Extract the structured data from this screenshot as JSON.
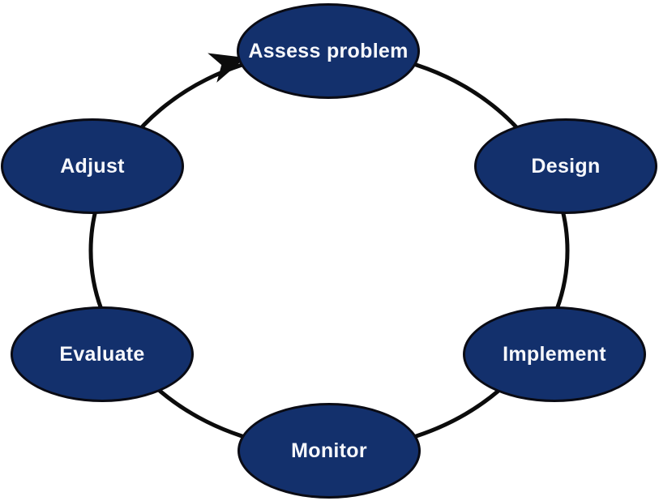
{
  "diagram": {
    "type": "cycle",
    "direction": "clockwise",
    "nodes": [
      {
        "label": "Assess problem"
      },
      {
        "label": "Design"
      },
      {
        "label": "Implement"
      },
      {
        "label": "Monitor"
      },
      {
        "label": "Evaluate"
      },
      {
        "label": "Adjust"
      }
    ],
    "arrow": {
      "from": "Adjust",
      "to": "Assess problem",
      "icon": "arrowhead-icon"
    },
    "colors": {
      "node_fill": "#13306c",
      "node_border": "#0a0b14",
      "node_text": "#f7f8fc",
      "ring_stroke": "#0c0c0c",
      "background": "#ffffff"
    }
  }
}
